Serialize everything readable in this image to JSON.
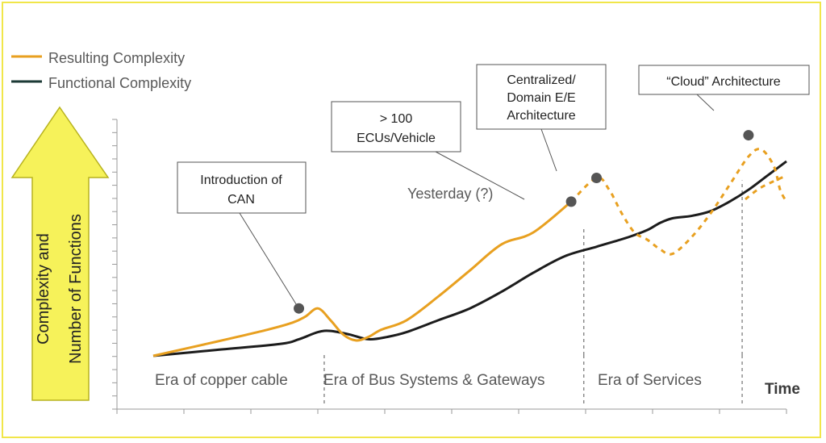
{
  "chart_data": {
    "type": "line",
    "title": "",
    "xlabel": "Time",
    "ylabel": "Complexity and Number of Functions",
    "ylabel_lines": [
      "Complexity and",
      "Number of Functions"
    ],
    "x_unit": "relative time",
    "x_range": [
      0,
      100
    ],
    "y_range": [
      0,
      100
    ],
    "grid": false,
    "legend_position": "top-left",
    "colors": {
      "resulting": "#e8a020",
      "functional": "#1c1c1c",
      "arrow_fill": "#f6f25a",
      "arrow_stroke": "#b7b21e",
      "frame": "#f1e64a"
    },
    "legend": [
      {
        "label": "Resulting Complexity",
        "color": "#e8a020"
      },
      {
        "label": "Functional Complexity",
        "color": "#1c3a36"
      }
    ],
    "series": [
      {
        "name": "Functional Complexity",
        "style": "solid",
        "points": [
          [
            0,
            0
          ],
          [
            10,
            2.5
          ],
          [
            20,
            5
          ],
          [
            23,
            7
          ],
          [
            26,
            10
          ],
          [
            28,
            10.5
          ],
          [
            31,
            9
          ],
          [
            34,
            7
          ],
          [
            37,
            8
          ],
          [
            40,
            10
          ],
          [
            45,
            15
          ],
          [
            50,
            20
          ],
          [
            55,
            27
          ],
          [
            60,
            35
          ],
          [
            65,
            42
          ],
          [
            70,
            46
          ],
          [
            75,
            50
          ],
          [
            78,
            53
          ],
          [
            80,
            56
          ],
          [
            82,
            58
          ],
          [
            85,
            59
          ],
          [
            88,
            61
          ],
          [
            91,
            65
          ],
          [
            94,
            70
          ],
          [
            97,
            76
          ],
          [
            100,
            82
          ]
        ]
      },
      {
        "name": "Resulting Complexity",
        "segments": [
          {
            "style": "solid",
            "points": [
              [
                0,
                0
              ],
              [
                10,
                6
              ],
              [
                18,
                11
              ],
              [
                22,
                14
              ],
              [
                24,
                16.5
              ],
              [
                26,
                20
              ],
              [
                28,
                15
              ],
              [
                30,
                9
              ],
              [
                32,
                6.5
              ],
              [
                34,
                8
              ],
              [
                36,
                11
              ],
              [
                40,
                15
              ],
              [
                45,
                25
              ],
              [
                50,
                36
              ],
              [
                55,
                47
              ],
              [
                60,
                52
              ],
              [
                66,
                65
              ]
            ]
          },
          {
            "style": "dashed",
            "points": [
              [
                66,
                65
              ],
              [
                70,
                75
              ],
              [
                72,
                70
              ],
              [
                74,
                60
              ],
              [
                76,
                52
              ],
              [
                78,
                49
              ],
              [
                80,
                45
              ],
              [
                82,
                43
              ],
              [
                85,
                50
              ],
              [
                88,
                60
              ],
              [
                91,
                72
              ],
              [
                94,
                84
              ],
              [
                96,
                87
              ],
              [
                98,
                80
              ],
              [
                99,
                70
              ],
              [
                100,
                65
              ]
            ]
          },
          {
            "style": "dashed",
            "points": [
              [
                93.5,
                66
              ],
              [
                96,
                71
              ],
              [
                100,
                76
              ]
            ]
          }
        ]
      }
    ],
    "markers": [
      [
        23,
        20
      ],
      [
        66,
        65
      ],
      [
        70,
        75
      ],
      [
        94,
        93
      ]
    ],
    "eras": [
      {
        "label": "Era of copper cable"
      },
      {
        "label": "Era of Bus Systems & Gateways"
      },
      {
        "label": "Era of Services"
      }
    ],
    "era_dividers_x": [
      27,
      68,
      93
    ],
    "annotations": [
      {
        "lines": [
          "Introduction of",
          "CAN"
        ]
      },
      {
        "lines": [
          "> 100",
          "ECUs/Vehicle"
        ]
      },
      {
        "lines": [
          "Centralized/",
          "Domain E/E",
          "Architecture"
        ]
      },
      {
        "lines": [
          "“Cloud”  Architecture"
        ]
      }
    ],
    "point_label": "Yesterday (?)",
    "axis_tick_count_y": 23,
    "axis_tick_count_x": 10
  }
}
